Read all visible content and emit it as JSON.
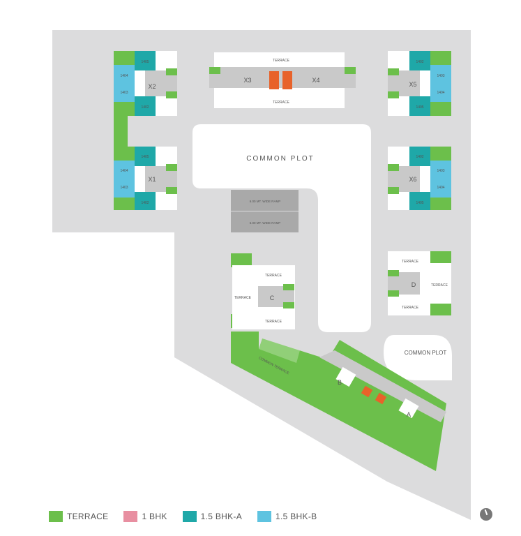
{
  "colors": {
    "site": "#dcdcdd",
    "terrace": "#6cbf4b",
    "one_bhk": "#e88fa1",
    "bhk_a": "#1fa8a8",
    "bhk_b": "#5ec3e0",
    "core": "#c9c9c9",
    "lift": "#e8622a"
  },
  "labels": {
    "common_plot_main": "COMMON PLOT",
    "common_plot_small": "COMMON PLOT",
    "ramp_1": "6.00 MT. WIDE RAMP",
    "ramp_2": "6.00 MT. WIDE RAMP",
    "common_terrace": "COMMON TERRACE"
  },
  "blocks": {
    "x1": "X1",
    "x2": "X2",
    "x3": "X3",
    "x4": "X4",
    "x5": "X5",
    "x6": "X6",
    "a": "A",
    "b": "B",
    "c": "C",
    "d": "D"
  },
  "units": {
    "u1405": "1405",
    "u1406": "1406",
    "u1404": "1404",
    "u1403": "1403",
    "u1402": "1402",
    "u1401": "1401"
  },
  "terrace_text": "TERRACE",
  "legend": [
    {
      "label": "TERRACE",
      "color": "#6cbf4b"
    },
    {
      "label": "1 BHK",
      "color": "#e88fa1"
    },
    {
      "label": "1.5 BHK-A",
      "color": "#1fa8a8"
    },
    {
      "label": "1.5 BHK-B",
      "color": "#5ec3e0"
    }
  ],
  "compass_icon": "north-compass-icon"
}
